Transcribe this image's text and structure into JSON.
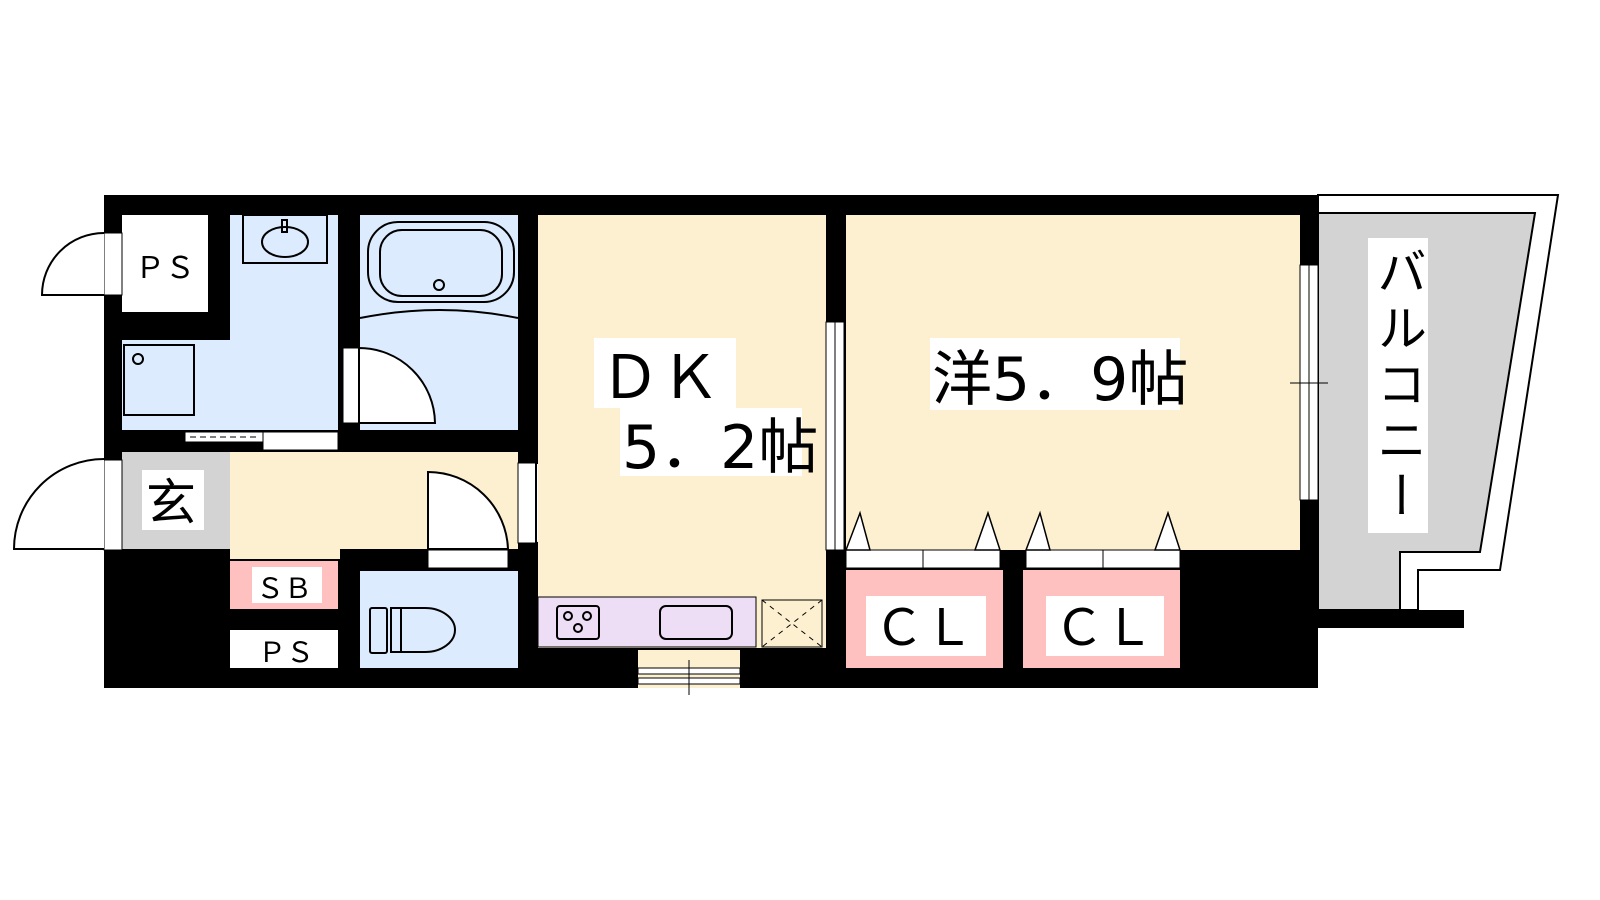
{
  "floorplan": {
    "rooms": {
      "ps_top": "ＰＳ",
      "ps_bottom": "ＰＳ",
      "entrance": "玄",
      "shoe_box": "ＳＢ",
      "dk_line1": "ＤＫ",
      "dk_line2": "5．2帖",
      "western": "洋5．9帖",
      "closet1": "ＣＬ",
      "closet2": "ＣＬ",
      "balcony": "バルコニー"
    },
    "colors": {
      "floor": "#FDF0D0",
      "wet": "#DCEBFD",
      "closet": "#FFC0C0",
      "kitchen": "#EDDDF5",
      "entrance": "#D3D3D3",
      "balcony": "#D3D3D3"
    }
  }
}
